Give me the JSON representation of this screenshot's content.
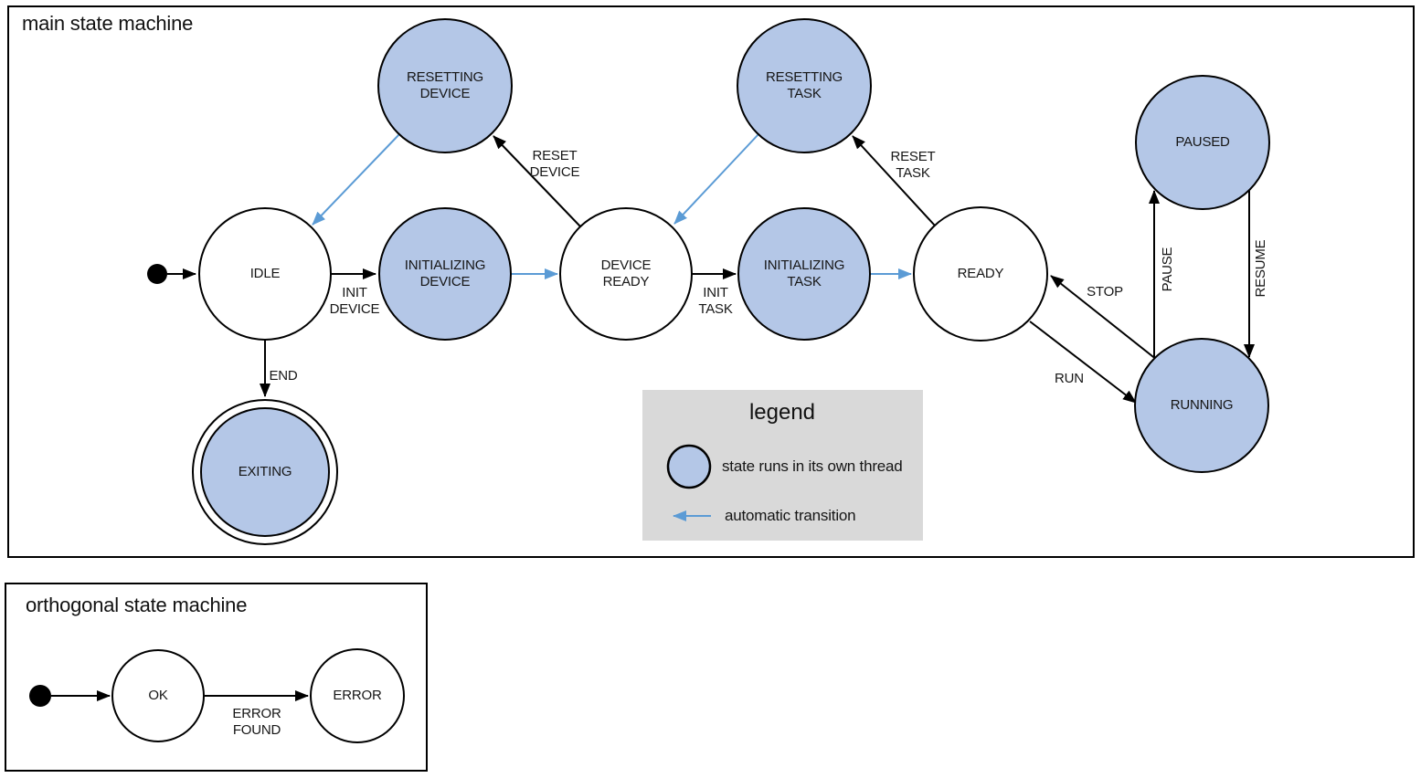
{
  "main": {
    "title": "main state machine",
    "states": {
      "idle": "IDLE",
      "resetting_device": "RESETTING\nDEVICE",
      "initializing_device": "INITIALIZING\nDEVICE",
      "device_ready": "DEVICE\nREADY",
      "resetting_task": "RESETTING\nTASK",
      "initializing_task": "INITIALIZING\nTASK",
      "ready": "READY",
      "paused": "PAUSED",
      "running": "RUNNING",
      "exiting": "EXITING"
    },
    "transitions": {
      "init_device": "INIT\nDEVICE",
      "reset_device": "RESET\nDEVICE",
      "init_task": "INIT\nTASK",
      "reset_task": "RESET\nTASK",
      "run": "RUN",
      "stop": "STOP",
      "pause": "PAUSE",
      "resume": "RESUME",
      "end": "END"
    },
    "legend": {
      "title": "legend",
      "threaded_item": "state runs in its own thread",
      "automatic_item": "automatic transition"
    }
  },
  "orthogonal": {
    "title": "orthogonal state machine",
    "states": {
      "ok": "OK",
      "error": "ERROR"
    },
    "transitions": {
      "error_found": "ERROR\nFOUND"
    }
  },
  "colors": {
    "threaded_state_fill": "#b4c7e7",
    "automatic_transition_arrow": "#5b9bd5",
    "line": "#000000",
    "legend_background": "#d9d9d9"
  }
}
